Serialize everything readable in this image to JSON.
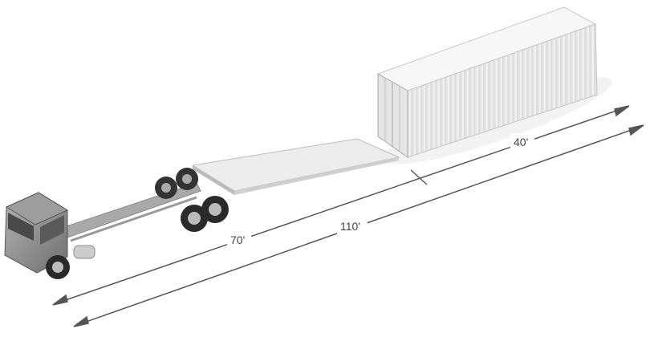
{
  "dimensions": {
    "trailer_length": "70'",
    "total_length": "110'",
    "container_length": "40'"
  },
  "colors": {
    "line": "#555555",
    "container": "#eeeeee",
    "truck": "#8a8a8a"
  }
}
